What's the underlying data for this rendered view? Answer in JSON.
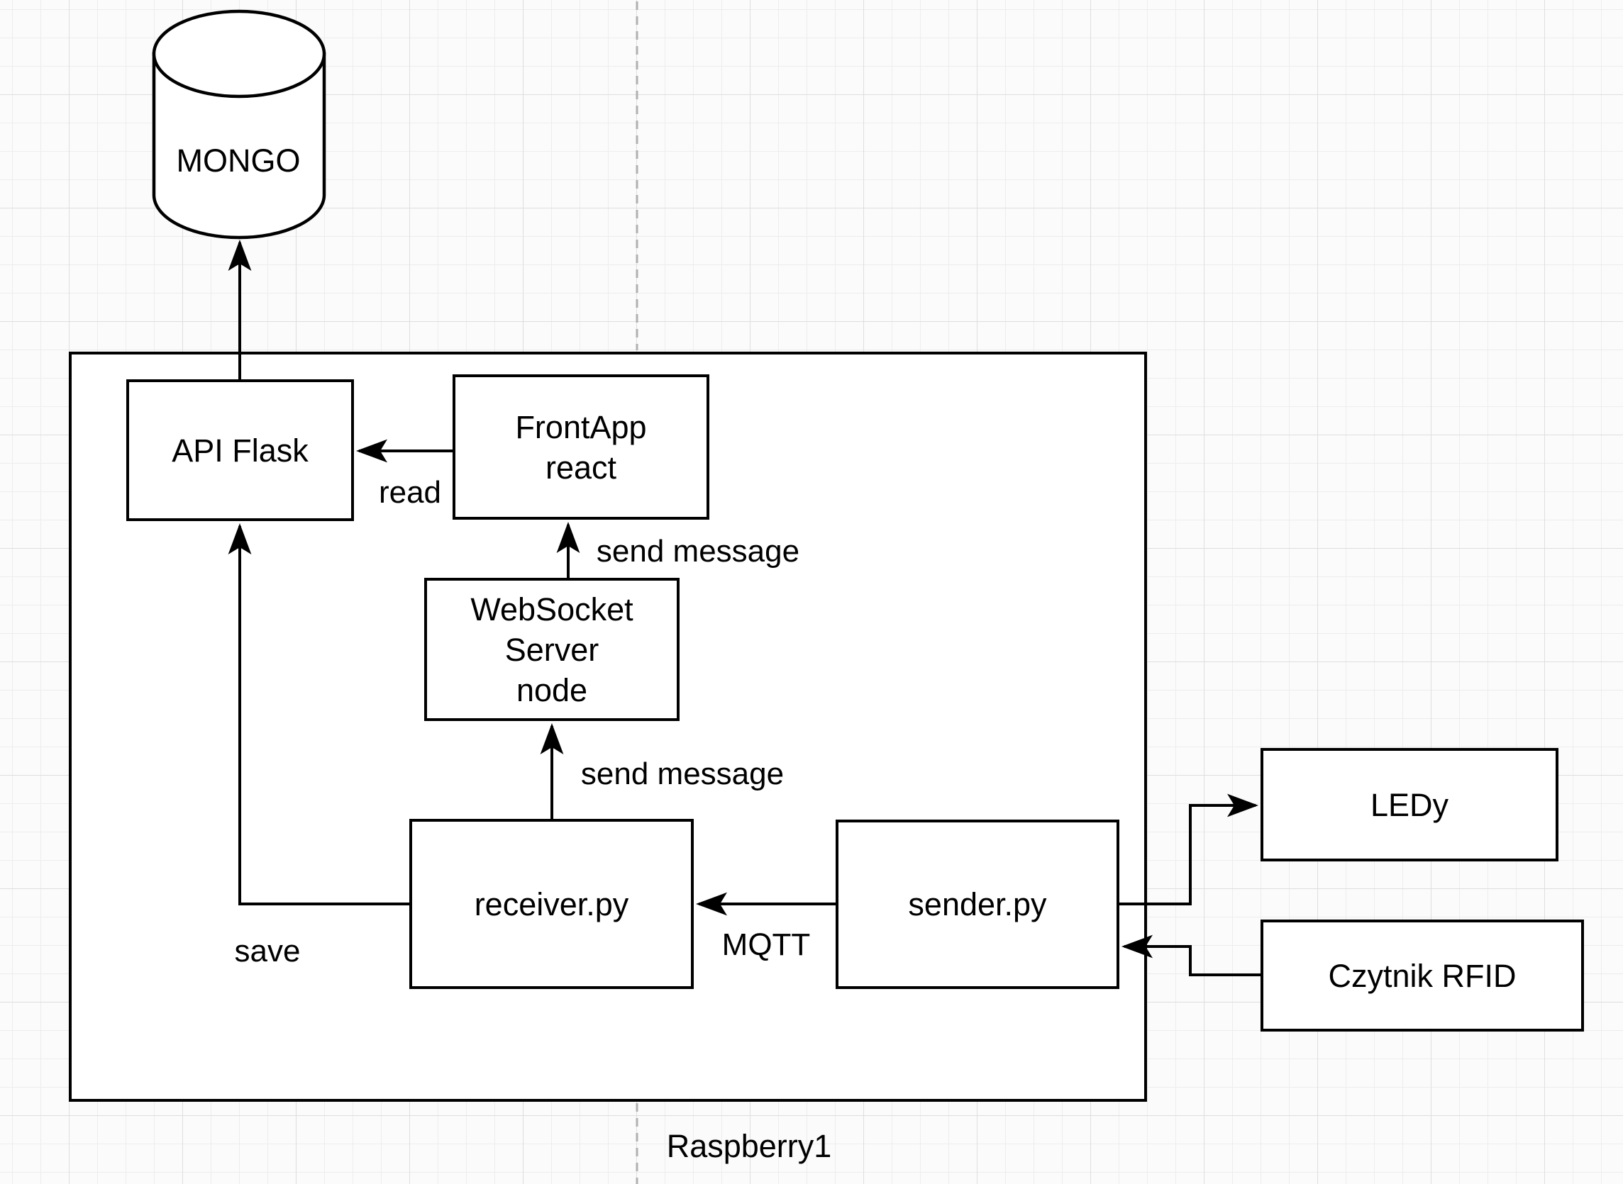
{
  "nodes": {
    "mongo": {
      "label": "MONGO",
      "shape": "cylinder"
    },
    "api_flask": {
      "label": "API Flask",
      "shape": "rectangle"
    },
    "front_app": {
      "lines": [
        "FrontApp",
        "react"
      ],
      "shape": "rectangle"
    },
    "websocket": {
      "lines": [
        "WebSocket",
        "Server",
        "node"
      ],
      "shape": "rectangle"
    },
    "receiver": {
      "label": "receiver.py",
      "shape": "rectangle"
    },
    "sender": {
      "label": "sender.py",
      "shape": "rectangle"
    },
    "ledy": {
      "label": "LEDy",
      "shape": "rectangle"
    },
    "rfid": {
      "label": "Czytnik RFID",
      "shape": "rectangle"
    }
  },
  "container": {
    "label": "Raspberry1"
  },
  "edge_labels": {
    "read": "read",
    "ws_to_front": "send message",
    "recv_to_ws": "send message",
    "mqtt": "MQTT",
    "save": "save"
  },
  "connections": [
    {
      "from": "api_flask",
      "to": "mongo",
      "label": ""
    },
    {
      "from": "front_app",
      "to": "api_flask",
      "label": "read"
    },
    {
      "from": "websocket",
      "to": "front_app",
      "label": "send message"
    },
    {
      "from": "receiver",
      "to": "websocket",
      "label": "send message"
    },
    {
      "from": "sender",
      "to": "receiver",
      "label": "MQTT"
    },
    {
      "from": "receiver",
      "to": "api_flask",
      "label": "save"
    },
    {
      "from": "sender",
      "to": "ledy",
      "label": ""
    },
    {
      "from": "rfid",
      "to": "sender",
      "label": ""
    }
  ],
  "colors": {
    "stroke": "#000000",
    "node_fill": "#ffffff",
    "canvas": "#fbfbfb",
    "grid_minor": "#ededed",
    "grid_major": "#dedede",
    "page_guide": "#b0b0b0"
  }
}
